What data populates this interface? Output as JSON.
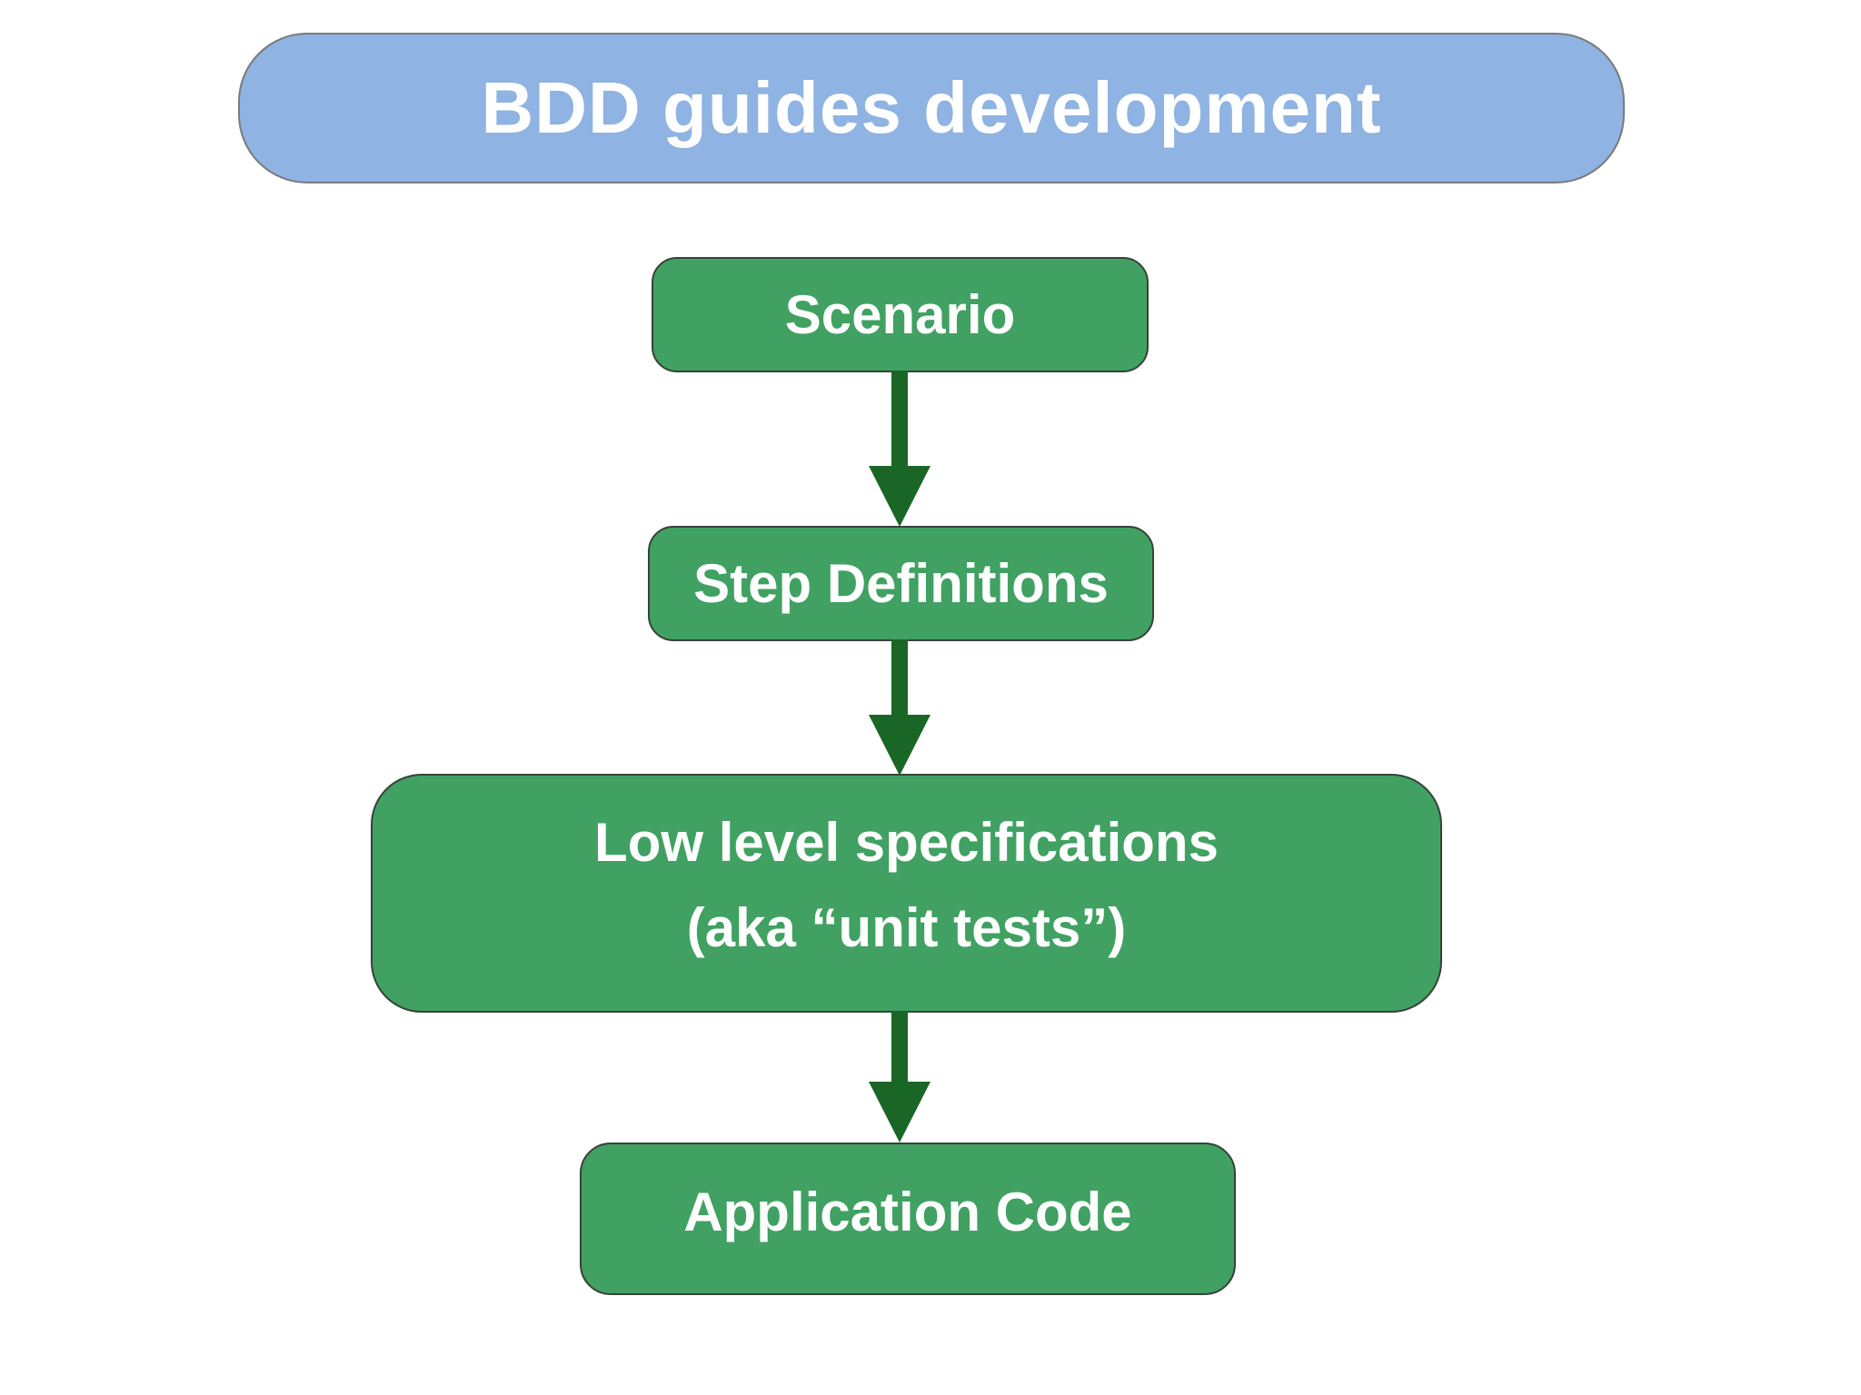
{
  "title": {
    "label": "BDD guides development"
  },
  "flow": {
    "nodes": [
      {
        "id": "scenario",
        "label": "Scenario"
      },
      {
        "id": "step-definitions",
        "label": "Step Definitions"
      },
      {
        "id": "low-level-specifications",
        "label": "Low level specifications",
        "label2": "(aka “unit tests”)"
      },
      {
        "id": "application-code",
        "label": "Application Code"
      }
    ],
    "connections": [
      {
        "from": "scenario",
        "to": "step-definitions"
      },
      {
        "from": "step-definitions",
        "to": "low-level-specifications"
      },
      {
        "from": "low-level-specifications",
        "to": "application-code"
      }
    ]
  },
  "colors": {
    "background": "#ffffff",
    "title_fill": "#8fb3e2",
    "title_border": "#7a7a7a",
    "node_fill": "#40a162",
    "node_border": "#38423a",
    "arrow": "#1a6626",
    "text": "#ffffff"
  }
}
